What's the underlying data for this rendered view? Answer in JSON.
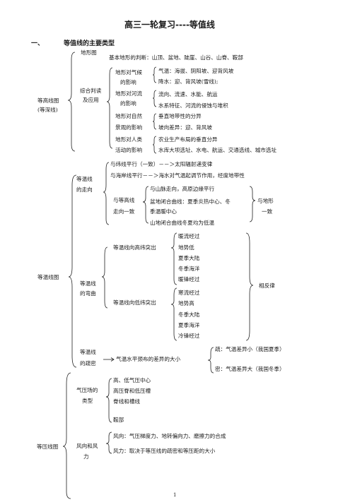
{
  "title": "高三一轮复习----等值线",
  "section": {
    "number": "一、",
    "heading": "等值线的主要类型"
  },
  "contour": {
    "label_line1": "等高线图",
    "label_line2": "(等深线)",
    "terrain_map": "地形图",
    "terrain_judge": "基本地形的判断：山顶、盆地、陡崖、山谷、山脊、鞍部",
    "comprehensive_line1": "综合判读",
    "comprehensive_line2": "及应用",
    "climate_a": "地形对气候",
    "climate_b": "的影响",
    "climate_item1": "气温：海拔、阴阳坡、迎背风坡",
    "climate_item2": "降水：迎、背风坡(雪线);",
    "river_a": "地形对河流",
    "river_b": "的影响",
    "river_item1": "流向、流速、水能、航运",
    "river_item2": "水系特征、河流的侵蚀与堆积",
    "nature_a": "地形对自然",
    "nature_b": "景观的影响",
    "nature_item1": "垂直地带性的分异",
    "nature_item2": "坡向差异：迎、背风坡",
    "human_a": "地形对人类",
    "human_b": "活动的影响",
    "human_item1": "农业生产布局的垂直分异",
    "human_item2": "水库大坝选址、水电、航运、交通选线、城市选址"
  },
  "isotherm": {
    "label": "等温线图",
    "trend_line1": "等温线",
    "trend_line2": "的走向",
    "trend_item1": "与纬线平行（一致）－－＞太阳辐射递变律",
    "trend_item2": "与海岸线平行－－＞海水对气温起调节作用，经度地带性",
    "contour_match_line1": "与等高线",
    "contour_match_line2": "走向一致",
    "match_item1": "与山脉走向，高原边缘平行",
    "match_item2": "盆地闭合曲线：夏季炎热中心、冬",
    "match_item2b": "季温暖中心",
    "match_item3": "山地闭合曲线冬夏均为低温",
    "match_result_line1": "与地形",
    "match_result_line2": "一致",
    "bend_line1": "等温线",
    "bend_line2": "的弯曲",
    "high_bend": "等温线向高纬突出",
    "high_items": [
      "暖流经过",
      "地势低",
      "夏季大陆",
      "冬季海洋",
      "暖锋经过"
    ],
    "low_bend": "等温线向低纬突出",
    "low_items": [
      "寒流经过",
      "地势高",
      "冬季大陆",
      "夏季海洋",
      "冷锋经过"
    ],
    "opposite": "相反律",
    "density_line1": "等温线",
    "density_line2": "的疏密",
    "density_desc": "气温水平颈布的差异的大小",
    "sparse": "疏：气温差异小（我国夏季）",
    "dense": "密：气温差异大（我国冬季）"
  },
  "isobar": {
    "label": "等压线图",
    "field_line1": "气压场的",
    "field_line2": "类型",
    "field_items": [
      "高、低气压中心",
      "高压脊和低压槽",
      "脊线和槽线",
      "鞍部"
    ],
    "wind_line1": "风向和风",
    "wind_line2": "力",
    "wind_dir": "风向：气压梯度力、地转偏向力、磨擦力的合成",
    "wind_force": "风力：取决于等压线的疏密和等压距的大小"
  },
  "page_number": "1"
}
